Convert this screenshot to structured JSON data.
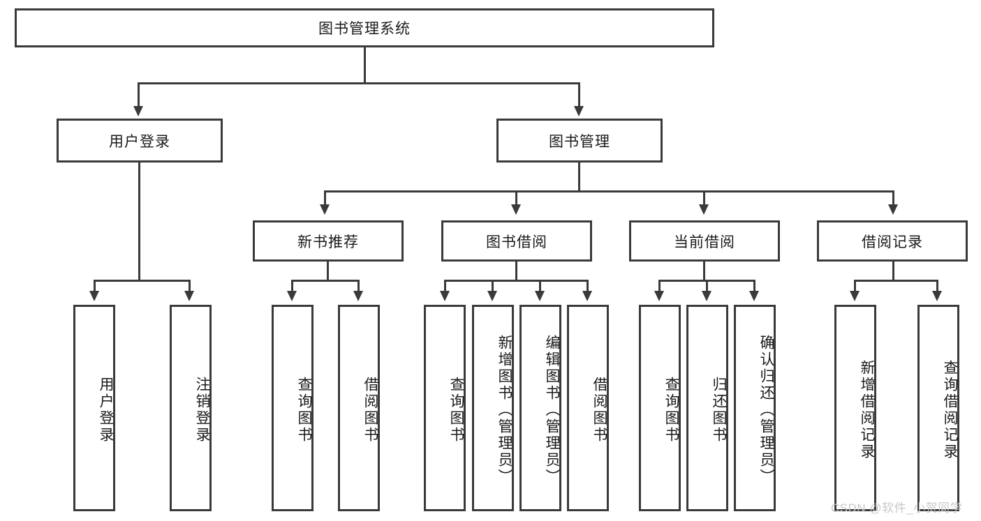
{
  "diagram": {
    "title": "图书管理系统",
    "root": {
      "label": "图书管理系统"
    },
    "level2": [
      {
        "label": "用户登录"
      },
      {
        "label": "图书管理"
      }
    ],
    "level3": [
      {
        "label": "新书推荐"
      },
      {
        "label": "图书借阅"
      },
      {
        "label": "当前借阅"
      },
      {
        "label": "借阅记录"
      }
    ],
    "leaves": {
      "user_login": [
        {
          "label": "用户登录"
        },
        {
          "label": "注销登录"
        }
      ],
      "new_book_recommend": [
        {
          "label": "查询图书"
        },
        {
          "label": "借阅图书"
        }
      ],
      "book_borrow": [
        {
          "label": "查询图书"
        },
        {
          "label": "新增图书（管理员）"
        },
        {
          "label": "编辑图书（管理员）"
        },
        {
          "label": "借阅图书"
        }
      ],
      "current_borrow": [
        {
          "label": "查询图书"
        },
        {
          "label": "归还图书"
        },
        {
          "label": "确认归还（管理员）"
        }
      ],
      "borrow_record": [
        {
          "label": "新增借阅记录"
        },
        {
          "label": "查询借阅记录"
        }
      ]
    }
  },
  "watermark": {
    "text": "CSDN @软件_小贺同学"
  },
  "colors": {
    "stroke": "#3a3a3a",
    "background": "#ffffff",
    "text": "#1a1a1a",
    "watermark": "#c9c9c9"
  }
}
